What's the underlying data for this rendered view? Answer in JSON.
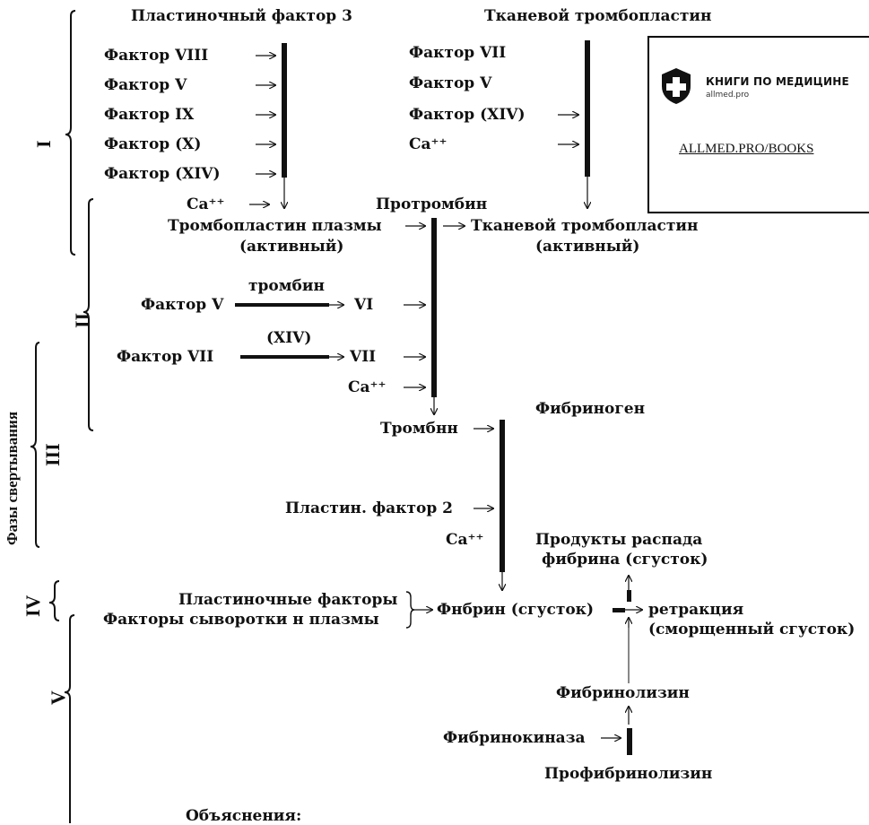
{
  "top_left_header": "Пластиночный фактор 3",
  "top_right_header": "Тканевой тромбопластин",
  "left_factors": [
    "Фактор VIII",
    "Фактор V",
    "Фактор IX",
    "Фактор (X)",
    "Фактор (XIV)"
  ],
  "left_ca": "Ca⁺⁺",
  "right_factors": [
    "Фактор VII",
    "Фактор V",
    "Фактор (XIV)",
    "Ca⁺⁺"
  ],
  "prothrombin": "Протромбин",
  "plasma_thromboplastin": "Тромбопластин плазмы",
  "active_left": "(активный)",
  "tissue_thromboplastin": "Тканевой тромбопластин",
  "active_right": "(активный)",
  "phase2": {
    "factor_v": "Фактор V",
    "thrombin_label": "тромбин",
    "vi": "VI",
    "factor_vii": "Фактор VII",
    "xiv_label": "(XIV)",
    "vii": "VII",
    "ca": "Ca⁺⁺"
  },
  "fibrinogen": "Фибриноген",
  "thrombin": "Тромбнн",
  "platelet_factor_2": "Пластин. фактор 2",
  "phase3_ca": "Ca⁺⁺",
  "degradation_products_1": "Продукты распада",
  "degradation_products_2": "фибрина (сгусток)",
  "platelet_factors": "Пластиночные факторы",
  "serum_factors": "Факторы сыворотки н плазмы",
  "fibrin": "Фнбрин (сгусток)",
  "retraction_1": "ретракция",
  "retraction_2": "(сморщенный сгусток)",
  "fibrinolysin": "Фибринолизин",
  "fibrinokinase": "Фибринокиназа",
  "profibrinolysin": "Профибринолизин",
  "explanations": "Объяснения:",
  "phase_labels": {
    "i": "I",
    "ii": "II",
    "iii": "III",
    "iv": "IV",
    "v": "V"
  },
  "phases_title": "Фазы свертывания",
  "logo": {
    "title": "КНИГИ ПО МЕДИЦИНЕ",
    "subtitle": "allmed.pro",
    "link": "ALLMED.PRO/BOOKS",
    "cross_icon": "medical-cross-icon"
  }
}
